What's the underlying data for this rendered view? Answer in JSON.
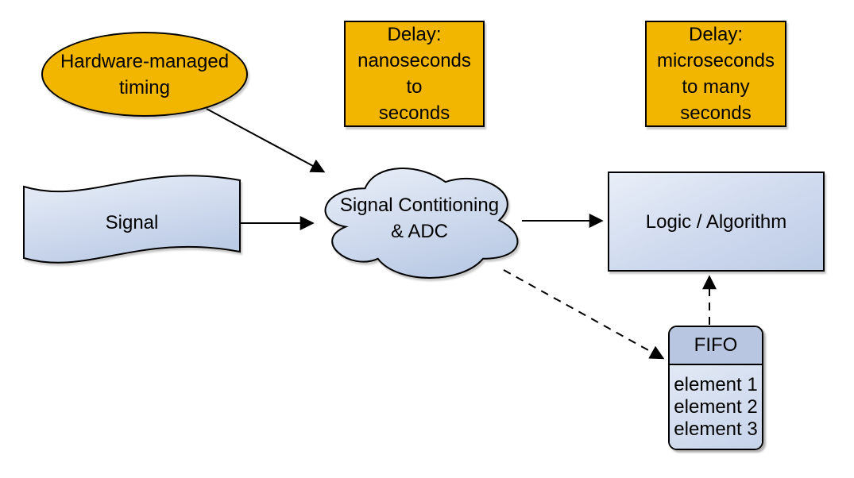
{
  "diagram": {
    "nodes": {
      "timing": {
        "type": "ellipse",
        "lines": [
          "Hardware-managed",
          "timing"
        ]
      },
      "delay_short": {
        "type": "rect",
        "lines": [
          "Delay:",
          "nanoseconds",
          "to",
          "seconds"
        ]
      },
      "delay_long": {
        "type": "rect",
        "lines": [
          "Delay:",
          "microseconds",
          "to many",
          "seconds"
        ]
      },
      "signal": {
        "type": "wave",
        "label": "Signal"
      },
      "conditioning": {
        "type": "cloud",
        "lines": [
          "Signal Contitioning",
          "& ADC"
        ]
      },
      "logic": {
        "type": "rect",
        "label": "Logic / Algorithm"
      },
      "fifo": {
        "type": "list",
        "title": "FIFO",
        "elements": [
          "element 1",
          "element 2",
          "element 3"
        ]
      }
    },
    "edges": [
      {
        "from": "timing",
        "to": "conditioning",
        "style": "solid"
      },
      {
        "from": "signal",
        "to": "conditioning",
        "style": "solid"
      },
      {
        "from": "conditioning",
        "to": "logic",
        "style": "solid"
      },
      {
        "from": "conditioning",
        "to": "fifo",
        "style": "dashed"
      },
      {
        "from": "fifo",
        "to": "logic",
        "style": "dashed"
      }
    ],
    "colors": {
      "node_orange": "#F2B600",
      "node_blue_light": "#E9EFF8",
      "node_blue_dark": "#BDCCE6",
      "fifo_header_blue": "#B8C6E1",
      "outline": "#000000",
      "arrow": "#000000",
      "background": "#FFFFFF"
    }
  }
}
